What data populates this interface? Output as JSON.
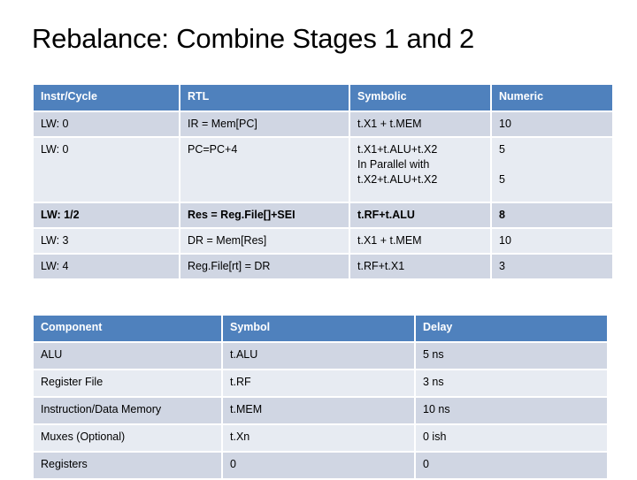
{
  "slide": {
    "title": "Rebalance: Combine Stages 1 and 2"
  },
  "colors": {
    "header_blue": "#4F81BD",
    "row_dark": "#D0D6E3",
    "row_light": "#E7EBF2",
    "text": "#000000",
    "header_text": "#FFFFFF"
  },
  "instruction_table": {
    "headers": [
      "Instr/Cycle",
      "RTL",
      "Symbolic",
      "Numeric"
    ],
    "rows": [
      {
        "instr_cycle": "LW: 0",
        "rtl": "IR = Mem[PC]",
        "symbolic": "t.X1 + t.MEM",
        "numeric": "10",
        "bold": false,
        "tall": false
      },
      {
        "instr_cycle": "LW: 0",
        "rtl": "PC=PC+4",
        "symbolic": "t.X1+t.ALU+t.X2\nIn Parallel with\nt.X2+t.ALU+t.X2",
        "numeric": "5\n\n5",
        "bold": false,
        "tall": true
      },
      {
        "instr_cycle": "LW: 1/2",
        "rtl": "Res = Reg.File[]+SEI",
        "symbolic": "t.RF+t.ALU",
        "numeric": "8",
        "bold": true,
        "tall": false
      },
      {
        "instr_cycle": "LW: 3",
        "rtl": "DR = Mem[Res]",
        "symbolic": "t.X1 + t.MEM",
        "numeric": "10",
        "bold": false,
        "tall": false
      },
      {
        "instr_cycle": "LW: 4",
        "rtl": "Reg.File[rt] = DR",
        "symbolic": "t.RF+t.X1",
        "numeric": "3",
        "bold": false,
        "tall": false
      }
    ]
  },
  "component_table": {
    "headers": [
      "Component",
      "Symbol",
      "Delay"
    ],
    "rows": [
      {
        "component": "ALU",
        "symbol": "t.ALU",
        "delay": "5 ns"
      },
      {
        "component": "Register File",
        "symbol": "t.RF",
        "delay": "3 ns"
      },
      {
        "component": "Instruction/Data Memory",
        "symbol": "t.MEM",
        "delay": "10 ns"
      },
      {
        "component": "Muxes (Optional)",
        "symbol": "t.Xn",
        "delay": "0 ish"
      },
      {
        "component": "Registers",
        "symbol": "0",
        "delay": "0"
      }
    ]
  }
}
